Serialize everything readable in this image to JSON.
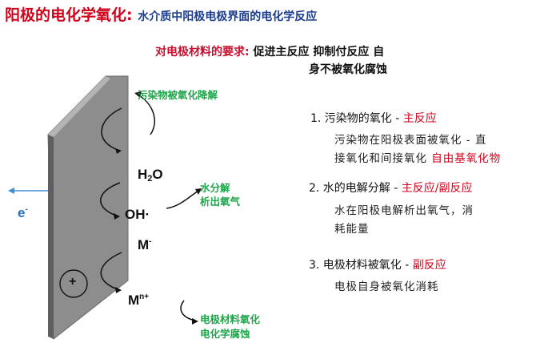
{
  "title": {
    "main": "阳极的电化学氧化:",
    "sub": "水介质中阳极电极界面的电化学反应"
  },
  "requirement": {
    "label": "对电极材料的要求:",
    "line1": "促进主反应 抑制付反应 自",
    "line2": "身不被氧化腐蚀"
  },
  "diagram": {
    "pollutant_label": "污染物被氧化降解",
    "water_label_line1": "水分解",
    "water_label_line2": "析出氧气",
    "electrode_label_line1": "电极材料氧化",
    "electrode_label_line2": "电化学腐蚀",
    "electron": "e",
    "electron_sup": "-",
    "h2o_h": "H",
    "h2o_sub": "2",
    "h2o_o": "O",
    "oh": "OH·",
    "m_minus": "M",
    "m_minus_sup": "-",
    "mn": "M",
    "mn_sup": "n+",
    "plus": "+"
  },
  "items": [
    {
      "heading": "1. 污染物的氧化",
      "dash": " - ",
      "type": "主反应",
      "desc_line1": "污染物在阳极表面被氧化 - 直",
      "desc_line2_plain": "接氧化和间接氧化 ",
      "desc_line2_red": "自由基氧化物"
    },
    {
      "heading": "2. 水的电解分解",
      "dash": " - ",
      "type": "主反应/副反应",
      "desc_line1": "水在阳极电解析出氧气，消",
      "desc_line2_plain": "耗能量"
    },
    {
      "heading": "3. 电极材料被氧化",
      "dash": " - ",
      "type": "副反应",
      "desc_line1": "电极自身被氧化消耗"
    }
  ],
  "colors": {
    "electrode_fill": "#8a8a8a",
    "electrode_dark": "#5e5e5e",
    "electron_arrow": "#3b8fd6",
    "label_green": "#1fa54a",
    "accent_red": "#d0021b"
  }
}
